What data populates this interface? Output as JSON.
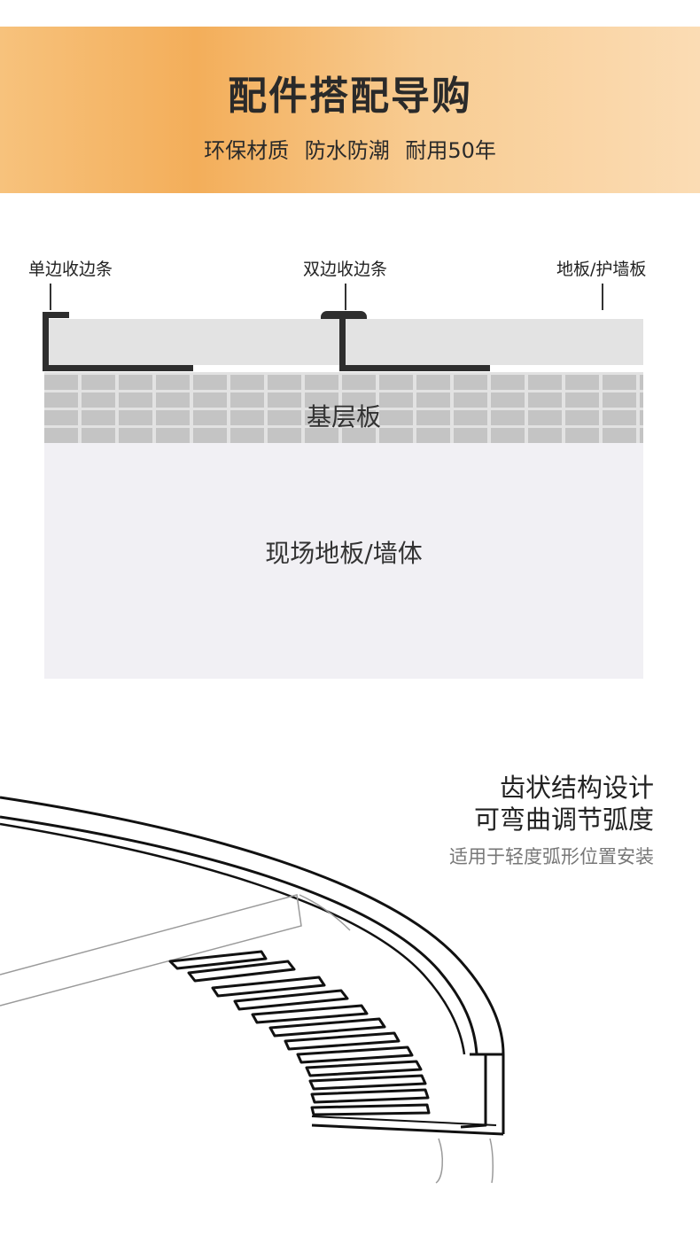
{
  "header": {
    "title": "配件搭配导购",
    "subtitle": "环保材质  防水防潮  耐用50年"
  },
  "diagram": {
    "labels": {
      "single_edge": "单边收边条",
      "double_edge": "双边收边条",
      "floor_panel": "地板/护墙板"
    },
    "layers": {
      "base_board": "基层板",
      "site_floor": "现场地板/墙体"
    }
  },
  "feature": {
    "title_line1": "齿状结构设计",
    "title_line2": "可弯曲调节弧度",
    "description": "适用于轻度弧形位置安装"
  },
  "colors": {
    "banner_gradient_start": "#f3ae5a",
    "banner_gradient_end": "#fbdcb4",
    "profile_dark": "#2e2e2e",
    "grid_layer": "#c4c4c4",
    "top_layer": "#e3e3e3",
    "base_layer": "#f1f0f4"
  }
}
